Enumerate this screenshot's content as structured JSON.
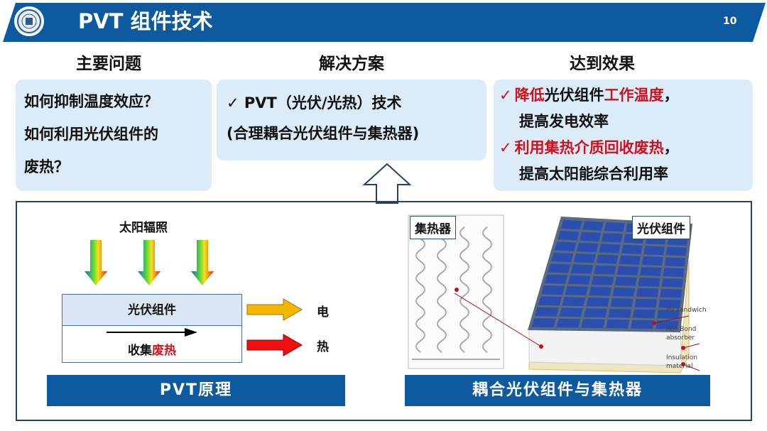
{
  "header": {
    "title": "PVT 组件技术",
    "page_number": "10",
    "logo": "university-seal",
    "band_color": "#0e5aa0"
  },
  "columns": {
    "problems": {
      "heading": "主要问题",
      "lines": [
        "如何抑制温度效应？",
        "如何利用光伏组件的",
        "废热？"
      ]
    },
    "solution": {
      "heading": "解决方案",
      "lines": [
        "✓ PVT（光伏/光热）技术",
        "(合理耦合光伏组件与集热器)"
      ]
    },
    "effects": {
      "heading": "达到效果",
      "check": "✓",
      "item1": {
        "r1": "降低",
        "b1": "光伏组件",
        "r2": "工作温度",
        "p": "，",
        "line2": "提高发电效率"
      },
      "item2": {
        "r1": "利用集热介质回收废热",
        "p": "，",
        "line2": "提高太阳能综合利用率"
      }
    }
  },
  "principle": {
    "sun_label": "太阳辐照",
    "pv_layer": "光伏组件",
    "collect": "收集",
    "waste_heat": "废热",
    "output_electric": "电",
    "output_heat": "热",
    "caption": "PVT原理"
  },
  "coupling": {
    "collector_tag": "集热器",
    "pv_tag": "光伏组件",
    "labels": [
      "PV sandwich",
      "Roll Bond",
      "absorber",
      "Insulation",
      "material"
    ],
    "caption": "耦合光伏组件与集热器"
  },
  "colors": {
    "accent_red": "#d0101c",
    "box_bg": "#dcebf8"
  }
}
